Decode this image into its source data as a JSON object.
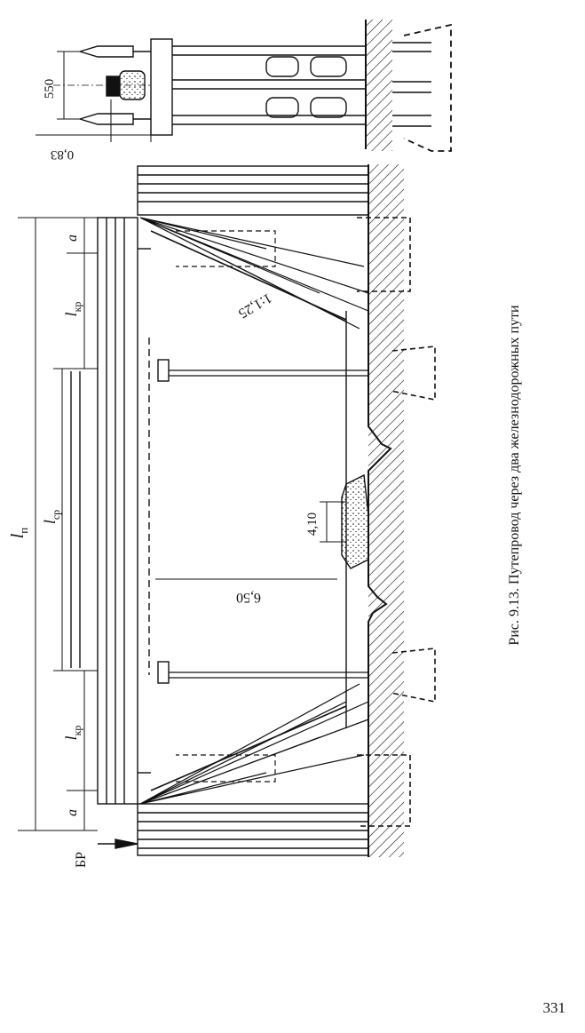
{
  "figure": {
    "caption": "Рис. 9.13. Путепровод через два железнодорожных пути",
    "labels": {
      "width_550": "550",
      "offset_083": "0,83",
      "slope": "1:1,25",
      "clearance_650": "6,50",
      "height_410": "4,10",
      "span_total": "l",
      "span_total_sub": "п",
      "span_mid": "l",
      "span_mid_sub": "ср",
      "span_end": "l",
      "span_end_sub": "кр",
      "span_end2": "l",
      "span_end2_sub": "кр",
      "a_top": "a",
      "a_bottom": "a",
      "br": "БР"
    }
  },
  "page_number": "331"
}
